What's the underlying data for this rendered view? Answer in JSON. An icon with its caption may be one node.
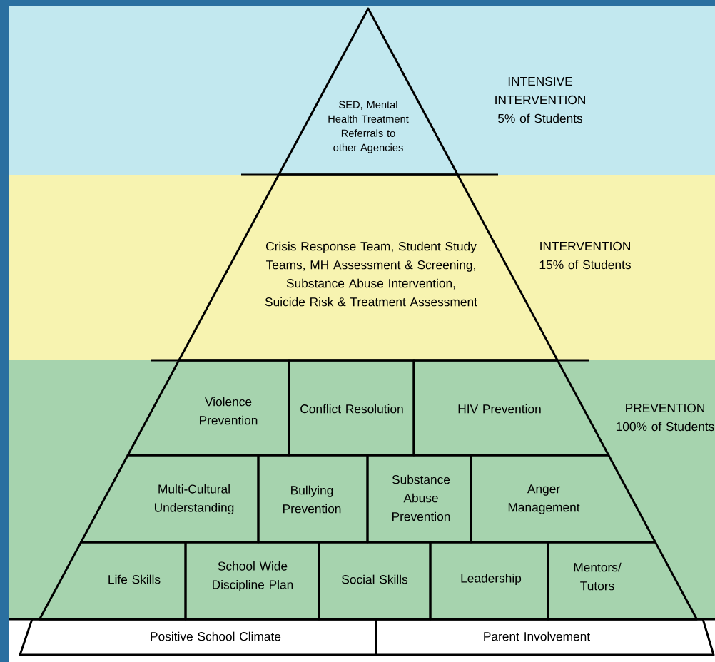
{
  "diagram": {
    "nodes": [
      {
        "text": [
          "SED, Mental Health Treatment Referrals to other Agencies"
        ]
      },
      {
        "text": [
          "Crisis Response Team, Student Study Teams, MH Assessment & Screening, Substance Abuse Intervention, Suicide Risk & Treatment Assessment"
        ]
      },
      {
        "text": [
          "Violence Prevention"
        ]
      },
      {
        "text": [
          "Conflict Resolution"
        ]
      },
      {
        "text": [
          "HIV Prevention"
        ]
      },
      {
        "text": [
          "Multi-Cultural Understanding"
        ]
      },
      {
        "text": [
          "Bullying Prevention"
        ]
      },
      {
        "text": [
          "Substance Abuse Prevention"
        ]
      },
      {
        "text": [
          "Anger Management"
        ]
      },
      {
        "text": [
          "Life Skills"
        ]
      },
      {
        "text": [
          "School Wide Discipline Plan"
        ]
      },
      {
        "text": [
          "Social Skills"
        ]
      },
      {
        "text": [
          "Leadership"
        ]
      },
      {
        "text": [
          "Mentors/ Tutors"
        ]
      },
      {
        "text": [
          "Positive School Climate"
        ]
      },
      {
        "text": [
          "Parent Involvement"
        ]
      }
    ],
    "labels": [
      "INTENSIVE INTERVENTION 5% of Students",
      "INTERVENTION 15% of Students",
      "PREVENTION 100% of Students"
    ]
  }
}
